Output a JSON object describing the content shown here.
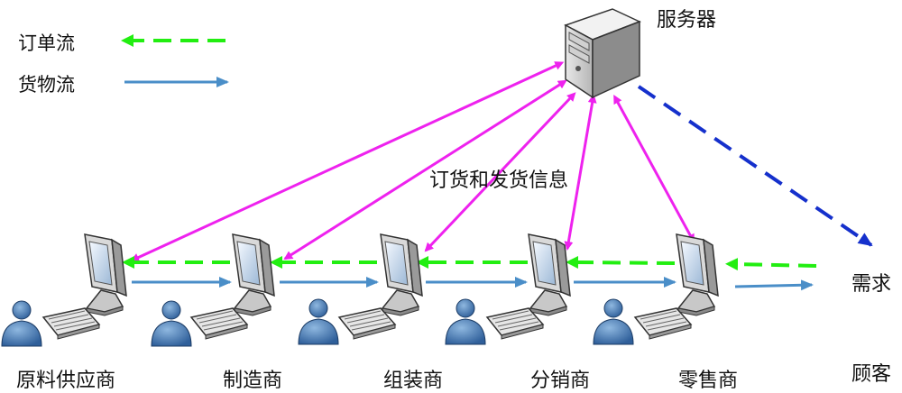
{
  "legend": {
    "order_flow": "订单流",
    "goods_flow": "货物流"
  },
  "server_label": "服务器",
  "info_label": "订货和发货信息",
  "demand_label": "需求",
  "nodes": [
    {
      "name": "原料供应商"
    },
    {
      "name": "制造商"
    },
    {
      "name": "组装商"
    },
    {
      "name": "分销商"
    },
    {
      "name": "零售商"
    },
    {
      "name": "顾客"
    }
  ],
  "colors": {
    "order_flow": "#22ee11",
    "goods_flow": "#4a8ec8",
    "info_flow": "#ee22ee",
    "demand": "#1530cc"
  },
  "icons": [
    "server-icon",
    "computer-icon",
    "keyboard-icon",
    "user-icon"
  ]
}
